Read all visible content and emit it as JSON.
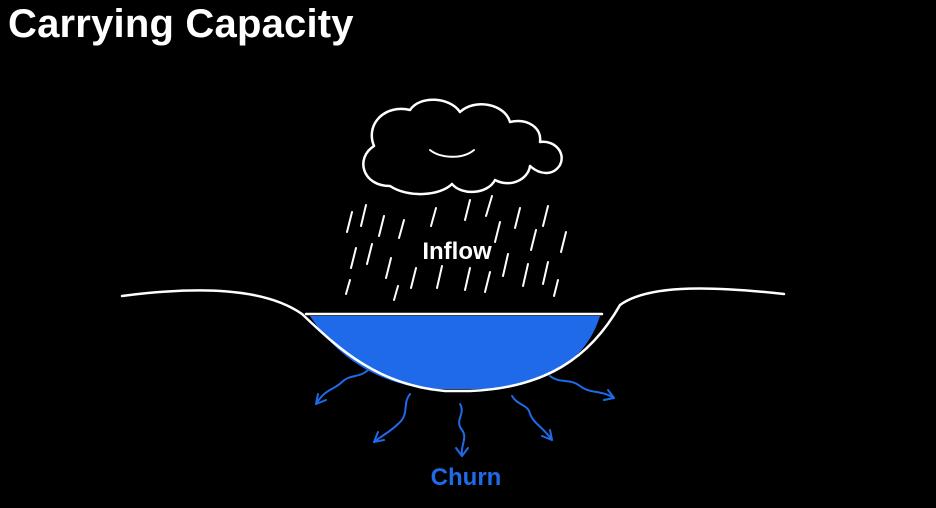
{
  "slide": {
    "title": "Carrying Capacity"
  },
  "labels": {
    "inflow": "Inflow",
    "churn": "Churn"
  },
  "colors": {
    "background": "#000000",
    "chalk": "#ffffff",
    "water": "#1f6ae8",
    "churn_text": "#1f6ae8"
  },
  "icons": {
    "cloud": "cloud-icon",
    "rain": "rain-icon",
    "churn_arrow": "wavy-arrow-icon"
  }
}
